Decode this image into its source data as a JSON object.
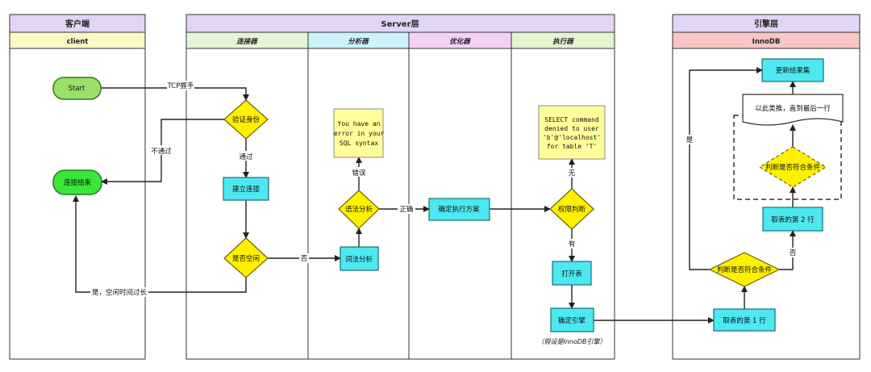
{
  "lanes": {
    "client": {
      "title": "客户端",
      "sub": "client"
    },
    "server": {
      "title": "Server层",
      "connector": "连接器",
      "analyzer": "分析器",
      "optimizer": "优化器",
      "executor": "执行器"
    },
    "engine": {
      "title": "引擎层",
      "sub": "InnoDB"
    }
  },
  "nodes": {
    "start": "Start",
    "conn_end": "连接结束",
    "verify": "验证身份",
    "build_conn": "建立连接",
    "idle": "是否空闲",
    "lexical": "词法分析",
    "syntax": "语法分析",
    "plan": "确定执行方案",
    "perm": "权限判断",
    "open_table": "打开表",
    "engine_pick": "确定引擎",
    "first_row": "取表的第 1 行",
    "match1": "判断是否符合条件",
    "second_row": "取表的第 2 行",
    "match2": "判断是否符合条件",
    "loop_note": "以此类推，直到最后一行",
    "update_result": "更新结果集"
  },
  "notes": {
    "syntax_error": [
      "You have an",
      "error in your",
      "SQL syntax"
    ],
    "denied": [
      "SELECT command",
      "denied to user",
      "'b'@'localhost'",
      "for table 'T'"
    ]
  },
  "edge_labels": {
    "tcp": "TCP握手",
    "reject": "不通过",
    "pass": "通过",
    "no": "否",
    "yes_idle": "是，空闲时间过长",
    "error": "错误",
    "correct": "正确",
    "none": "无",
    "has": "有",
    "yes": "是",
    "no2": "否"
  },
  "caption": "（假设是InnoDB引擎）",
  "colors": {
    "header": "#e2d4f5",
    "client_sub": "#fdf7c4",
    "connector_sub": "#e6f4d7",
    "analyzer_sub": "#c9f3f9",
    "optimizer_sub": "#f6d1f6",
    "executor_sub": "#e3f4cf",
    "innodb_sub": "#f8c6c3",
    "start": "#9be06a",
    "conn_end": "#39e639",
    "process": "#4de8f0",
    "decision": "#ffef00",
    "note": "#ffff99"
  }
}
